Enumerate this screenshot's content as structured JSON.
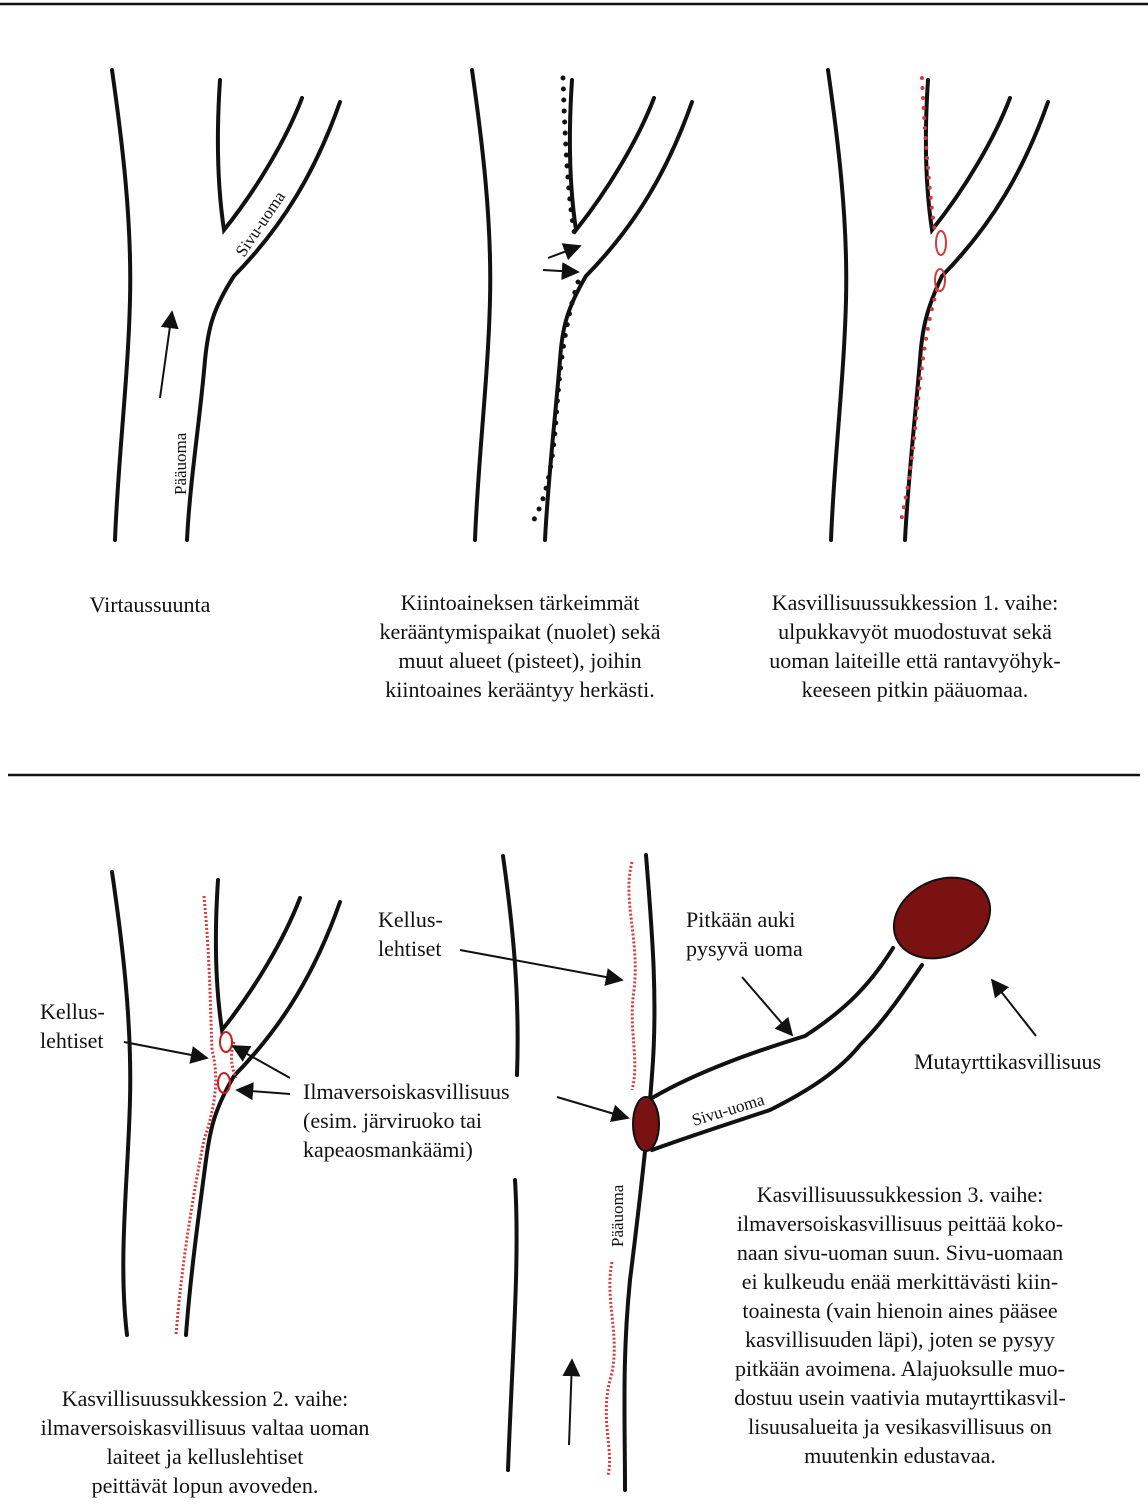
{
  "panel1": {
    "caption": "Virtaussuunta",
    "label_side_channel": "Sivu-uoma",
    "label_main_channel": "Pääuoma"
  },
  "panel2": {
    "caption_lines": [
      "Kiintoaineksen tärkeimmät",
      "kerääntymispaikat (nuolet) sekä",
      "muut alueet (pisteet), joihin",
      "kiintoaines kerääntyy herkästi."
    ]
  },
  "panel3": {
    "caption_lines": [
      "Kasvillisuussukkession 1. vaihe:",
      "ulpukkavyöt muodostuvat sekä",
      "uoman laiteille että rantavyöhyk-",
      "keeseen pitkin pääuomaa."
    ]
  },
  "panel4": {
    "label_floating": [
      "Kellus-",
      "lehtiset"
    ],
    "label_emergent": [
      "Ilmaversoiskasvillisuus",
      "(esim. järviruoko tai",
      "kapeaosmankäämi)"
    ],
    "caption_lines": [
      "Kasvillisuussukkession 2. vaihe:",
      "ilmaversoiskasvillisuus valtaa uoman",
      "laiteet ja kelluslehtiset",
      "peittävät lopun avoveden."
    ]
  },
  "panel5": {
    "label_floating": [
      "Kellus-",
      "lehtiset"
    ],
    "label_open_channel": [
      "Pitkään auki",
      "pysyvä uoma"
    ],
    "label_mud": "Mutayrttikasvillisuus",
    "label_side_channel": "Sivu-uoma",
    "label_main_channel": "Pääuoma",
    "caption_lines": [
      "Kasvillisuussukkession 3. vaihe:",
      "ilmaversoiskasvillisuus peittää koko-",
      "naan sivu-uoman suun. Sivu-uomaan",
      "ei kulkeudu enää merkittävästi kiin-",
      "toainesta (vain hienoin aines pääsee",
      "kasvillisuuden läpi), joten se pysyy",
      "pitkään avoimena. Alajuoksulle muo-",
      "dostuu usein vaativia mutayrttikasvil-",
      "lisuusalueita ja vesikasvillisuus on",
      "muutenkin edustavaa."
    ]
  },
  "colors": {
    "line": "#111111",
    "vegetation_red": "#d63a3a",
    "fill_dark_red": "#7a1212"
  }
}
